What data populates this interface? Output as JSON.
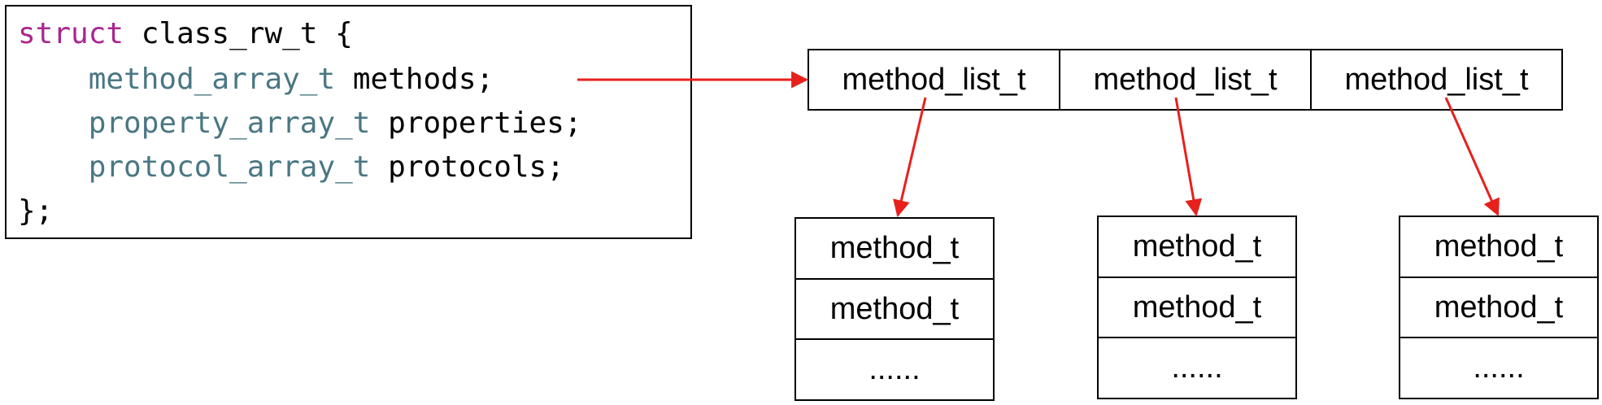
{
  "code": {
    "line1": {
      "keyword": "struct",
      "rest": " class_rw_t {"
    },
    "fields": [
      {
        "type": "method_array_t",
        "name": " methods;"
      },
      {
        "type": "property_array_t",
        "name": " properties;"
      },
      {
        "type": "protocol_array_t",
        "name": " protocols;"
      }
    ],
    "closing": "};"
  },
  "method_lists": [
    "method_list_t",
    "method_list_t",
    "method_list_t"
  ],
  "method_tables": [
    {
      "rows": [
        "method_t",
        "method_t",
        "......"
      ]
    },
    {
      "rows": [
        "method_t",
        "method_t",
        "......"
      ]
    },
    {
      "rows": [
        "method_t",
        "method_t",
        "......"
      ]
    }
  ],
  "colors": {
    "keyword": "#aa2590",
    "type": "#4a7783",
    "arrow": "#e8201c"
  }
}
